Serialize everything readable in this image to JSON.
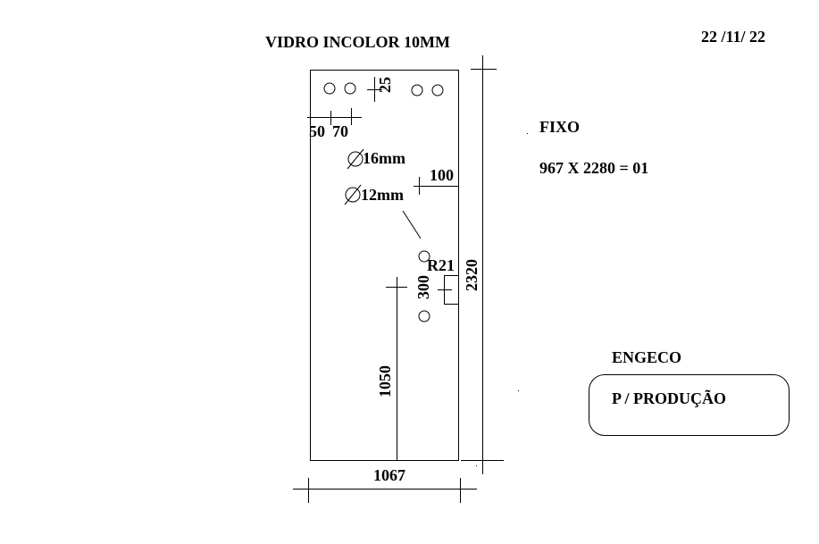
{
  "header": {
    "title": "VIDRO INCOLOR 10MM",
    "date": "22 /11/ 22"
  },
  "info": {
    "type": "FIXO",
    "dimensions": "967 X 2280 = 01"
  },
  "client": {
    "name": "ENGECO",
    "note": "P / PRODUÇÃO"
  },
  "dimensions": {
    "hole_offset_top": "25",
    "hole_spacing_50": "50",
    "hole_spacing_70": "70",
    "large_hole": "16mm",
    "small_hole": "12mm",
    "edge_offset": "100",
    "notch_radius": "R21",
    "notch_spacing": "300",
    "height_from_floor": "1050",
    "total_height": "2320",
    "total_width": "1067"
  }
}
